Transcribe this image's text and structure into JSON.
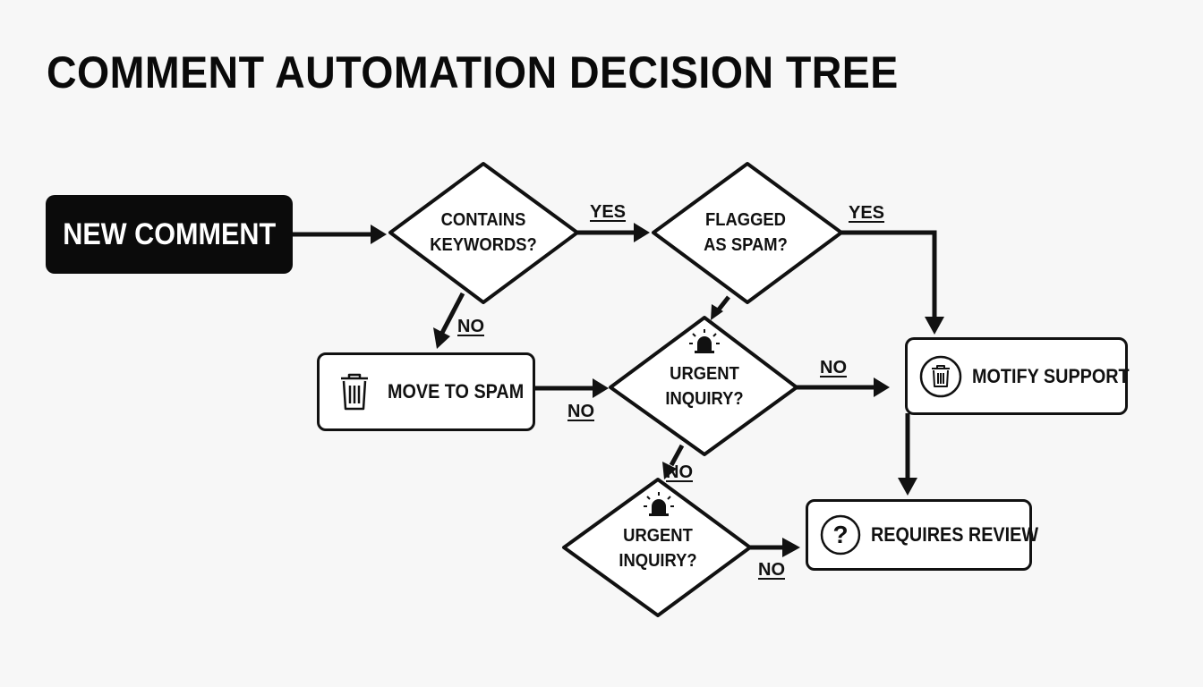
{
  "title": "COMMENT AUTOMATION DECISION TREE",
  "nodes": {
    "start": "NEW COMMENT",
    "contains_keywords": [
      "CONTAINS",
      "KEYWORDS?"
    ],
    "flagged_spam": [
      "FLAGGED",
      "AS SPAM?"
    ],
    "move_to_spam": "MOVE TO SPAM",
    "urgent_inquiry_1": [
      "URGENT",
      "INQUIRY?"
    ],
    "urgent_inquiry_2": [
      "URGENT",
      "INQUIRY?"
    ],
    "notify_support": "MOTIFY SUPPORT",
    "requires_review": "REQUIRES REVIEW"
  },
  "edges": {
    "contains_yes": "YES",
    "flagged_yes": "YES",
    "contains_no": "NO",
    "move_no": "NO",
    "urgent1_no_right": "NO",
    "urgent1_no_down": "NO",
    "urgent2_no": "NO"
  },
  "icons": {
    "move_to_spam": "trash-icon",
    "notify_support": "trash-icon",
    "urgent_inquiry_1": "siren-icon",
    "urgent_inquiry_2": "siren-icon",
    "requires_review": "question-mark-icon"
  },
  "colors": {
    "ink": "#111111",
    "start_fill": "#0b0b0b",
    "background": "#f7f7f7"
  }
}
